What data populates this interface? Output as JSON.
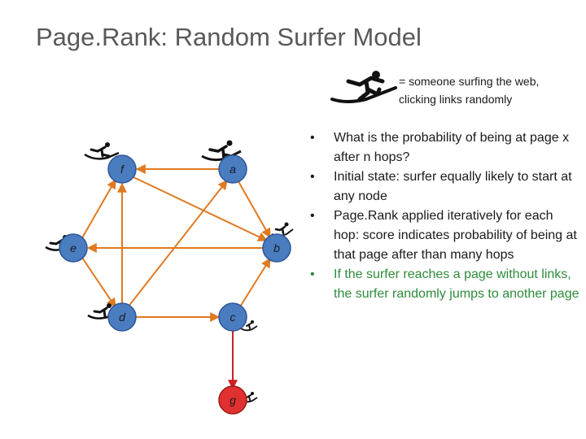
{
  "title": "Page.Rank: Random Surfer Model",
  "legend": {
    "line1": "= someone surfing the web,",
    "line2": "clicking links randomly",
    "icon": "surfer-icon"
  },
  "nodes": {
    "a": "a",
    "b": "b",
    "c": "c",
    "d": "d",
    "e": "e",
    "f": "f",
    "g": "g"
  },
  "bullets": {
    "b1": "What is the probability of being at page x after n hops?",
    "b2": "Initial state: surfer equally likely to start at any node",
    "b3": "Page.Rank applied iteratively for each hop: score indicates probability of being at that page after than many hops",
    "b4": "If the surfer reaches a page without links, the surfer randomly jumps to another page"
  },
  "colors": {
    "node_fill": "#4a7cc0",
    "node_fill_dangling": "#e03030",
    "edge": "#e07a20",
    "edge_dangling": "#cc2020",
    "bullet_last": "#2e8b3a"
  }
}
